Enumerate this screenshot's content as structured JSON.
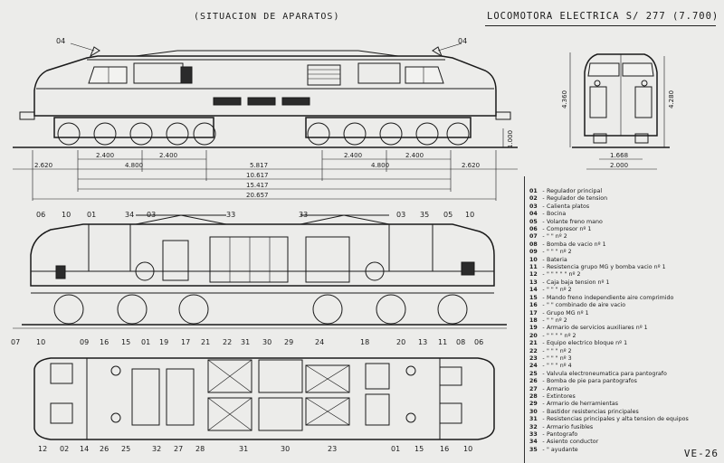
{
  "header": {
    "left_title": "(SITUACION DE APARATOS)",
    "right_title": "LOCOMOTORA ELECTRICA S/ 277 (7.700)"
  },
  "page_number": "VE-26",
  "side_view": {
    "callouts": [
      "04",
      "04"
    ],
    "dimensions": {
      "wheelbase_left": "2.400",
      "wheelbase_left_2": "2.400",
      "wheelbase_right": "2.400",
      "wheelbase_right_2": "2.400",
      "bogie_left": "4.800",
      "bogie_right": "4.800",
      "overhang_left": "2.620",
      "overhang_right": "2.620",
      "bogie_centers": "5.817",
      "row2": "10.617",
      "row3": "15.417",
      "overall": "20.657",
      "buffer_height": "1.000"
    }
  },
  "end_view": {
    "height_1": "4.360",
    "height_2": "4.280",
    "gauge": "1.668",
    "width": "2.000"
  },
  "elevation_callouts": {
    "top_left": [
      "06",
      "10",
      "01",
      "34",
      "03",
      "33"
    ],
    "top_right": [
      "33",
      "03",
      "35",
      "05",
      "10"
    ]
  },
  "plan_callouts": {
    "top": [
      "07",
      "10",
      "09",
      "16",
      "15",
      "01",
      "19",
      "17",
      "21",
      "22",
      "31",
      "30",
      "29",
      "24",
      "18",
      "20",
      "13",
      "11",
      "08",
      "06"
    ],
    "bottom": [
      "12",
      "02",
      "14",
      "26",
      "25",
      "32",
      "27",
      "28",
      "31",
      "30",
      "23",
      "01",
      "15",
      "16",
      "10"
    ]
  },
  "legend": [
    {
      "code": "01",
      "text": "Regulador principal"
    },
    {
      "code": "02",
      "text": "Regulador de tension"
    },
    {
      "code": "03",
      "text": "Calienta platos"
    },
    {
      "code": "04",
      "text": "Bocina"
    },
    {
      "code": "05",
      "text": "Volante freno mano"
    },
    {
      "code": "06",
      "text": "Compresor nº 1"
    },
    {
      "code": "07",
      "text": "\"        \"   nº 2"
    },
    {
      "code": "08",
      "text": "Bomba de vacio nº 1"
    },
    {
      "code": "09",
      "text": "\"     \"    \"   nº 2"
    },
    {
      "code": "10",
      "text": "Bateria"
    },
    {
      "code": "11",
      "text": "Resistencia grupo MG y bomba vacio nº 1"
    },
    {
      "code": "12",
      "text": "\"        \"      \"    \"    \"     nº 2"
    },
    {
      "code": "13",
      "text": "Caja baja tension nº 1"
    },
    {
      "code": "14",
      "text": "\"    \"     \"    nº 2"
    },
    {
      "code": "15",
      "text": "Mando freno independiente aire comprimido"
    },
    {
      "code": "16",
      "text": "\"      \"   combinado de aire vacio"
    },
    {
      "code": "17",
      "text": "Grupo MG nº 1"
    },
    {
      "code": "18",
      "text": "\"     \"  nº 2"
    },
    {
      "code": "19",
      "text": "Armario de servicios auxiliares nº 1"
    },
    {
      "code": "20",
      "text": "\"      \"     \"        \"    nº 2"
    },
    {
      "code": "21",
      "text": "Equipo electrico bloque nº 1"
    },
    {
      "code": "22",
      "text": "\"      \"     \"   nº 2"
    },
    {
      "code": "23",
      "text": "\"      \"     \"   nº 3"
    },
    {
      "code": "24",
      "text": "\"      \"     \"   nº 4"
    },
    {
      "code": "25",
      "text": "Valvula electroneumatica para pantografo"
    },
    {
      "code": "26",
      "text": "Bomba de pie para pantografos"
    },
    {
      "code": "27",
      "text": "Armario"
    },
    {
      "code": "28",
      "text": "Extintores"
    },
    {
      "code": "29",
      "text": "Armario de herramientas"
    },
    {
      "code": "30",
      "text": "Bastidor resistencias principales"
    },
    {
      "code": "31",
      "text": "Resistencias principales y alta tension de equipos"
    },
    {
      "code": "32",
      "text": "Armario fusibles"
    },
    {
      "code": "33",
      "text": "Pantografo"
    },
    {
      "code": "34",
      "text": "Asiento conductor"
    },
    {
      "code": "35",
      "text": "\"     ayudante"
    }
  ]
}
